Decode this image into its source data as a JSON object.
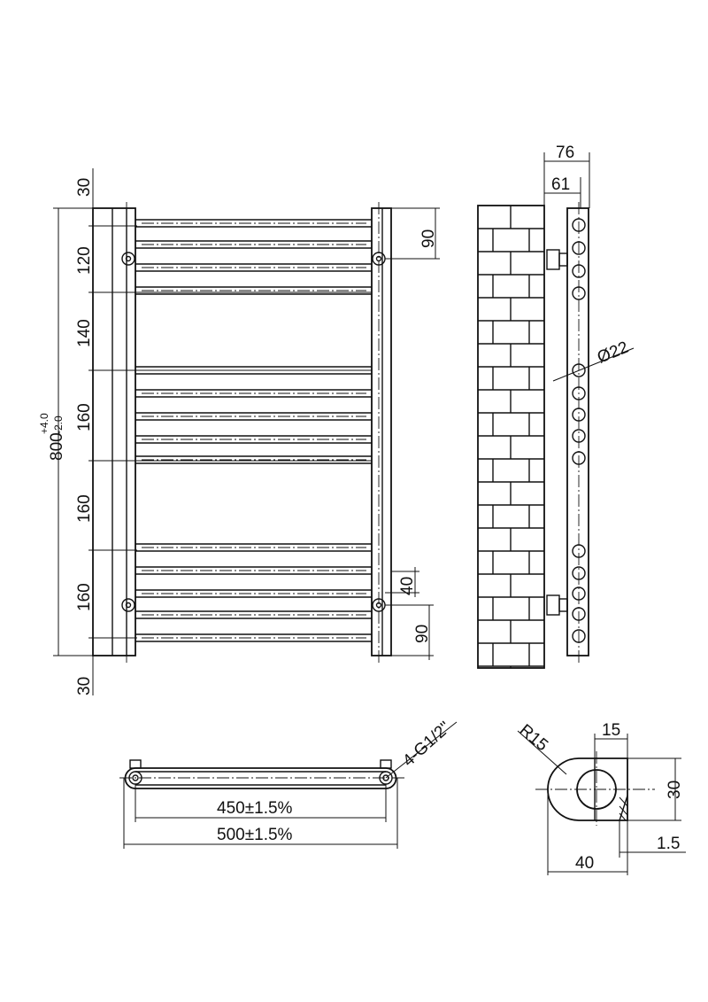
{
  "front_view": {
    "overall_height": "800",
    "tol_upper": "+4.0",
    "tol_lower": "-2.0",
    "spacings": [
      "30",
      "120",
      "140",
      "160",
      "160",
      "160",
      "30"
    ],
    "right_top": "90",
    "right_bottom": "90",
    "right_mid": "40"
  },
  "side_view": {
    "depth_total": "76",
    "depth_tube": "61",
    "tube_dia": "Ø22"
  },
  "bottom_view": {
    "centers": "450±1.5%",
    "width": "500±1.5%",
    "connection": "4-G1/2\""
  },
  "profile_detail": {
    "radius": "R15",
    "d15": "15",
    "d30": "30",
    "d40": "40",
    "d15b": "1.5"
  }
}
